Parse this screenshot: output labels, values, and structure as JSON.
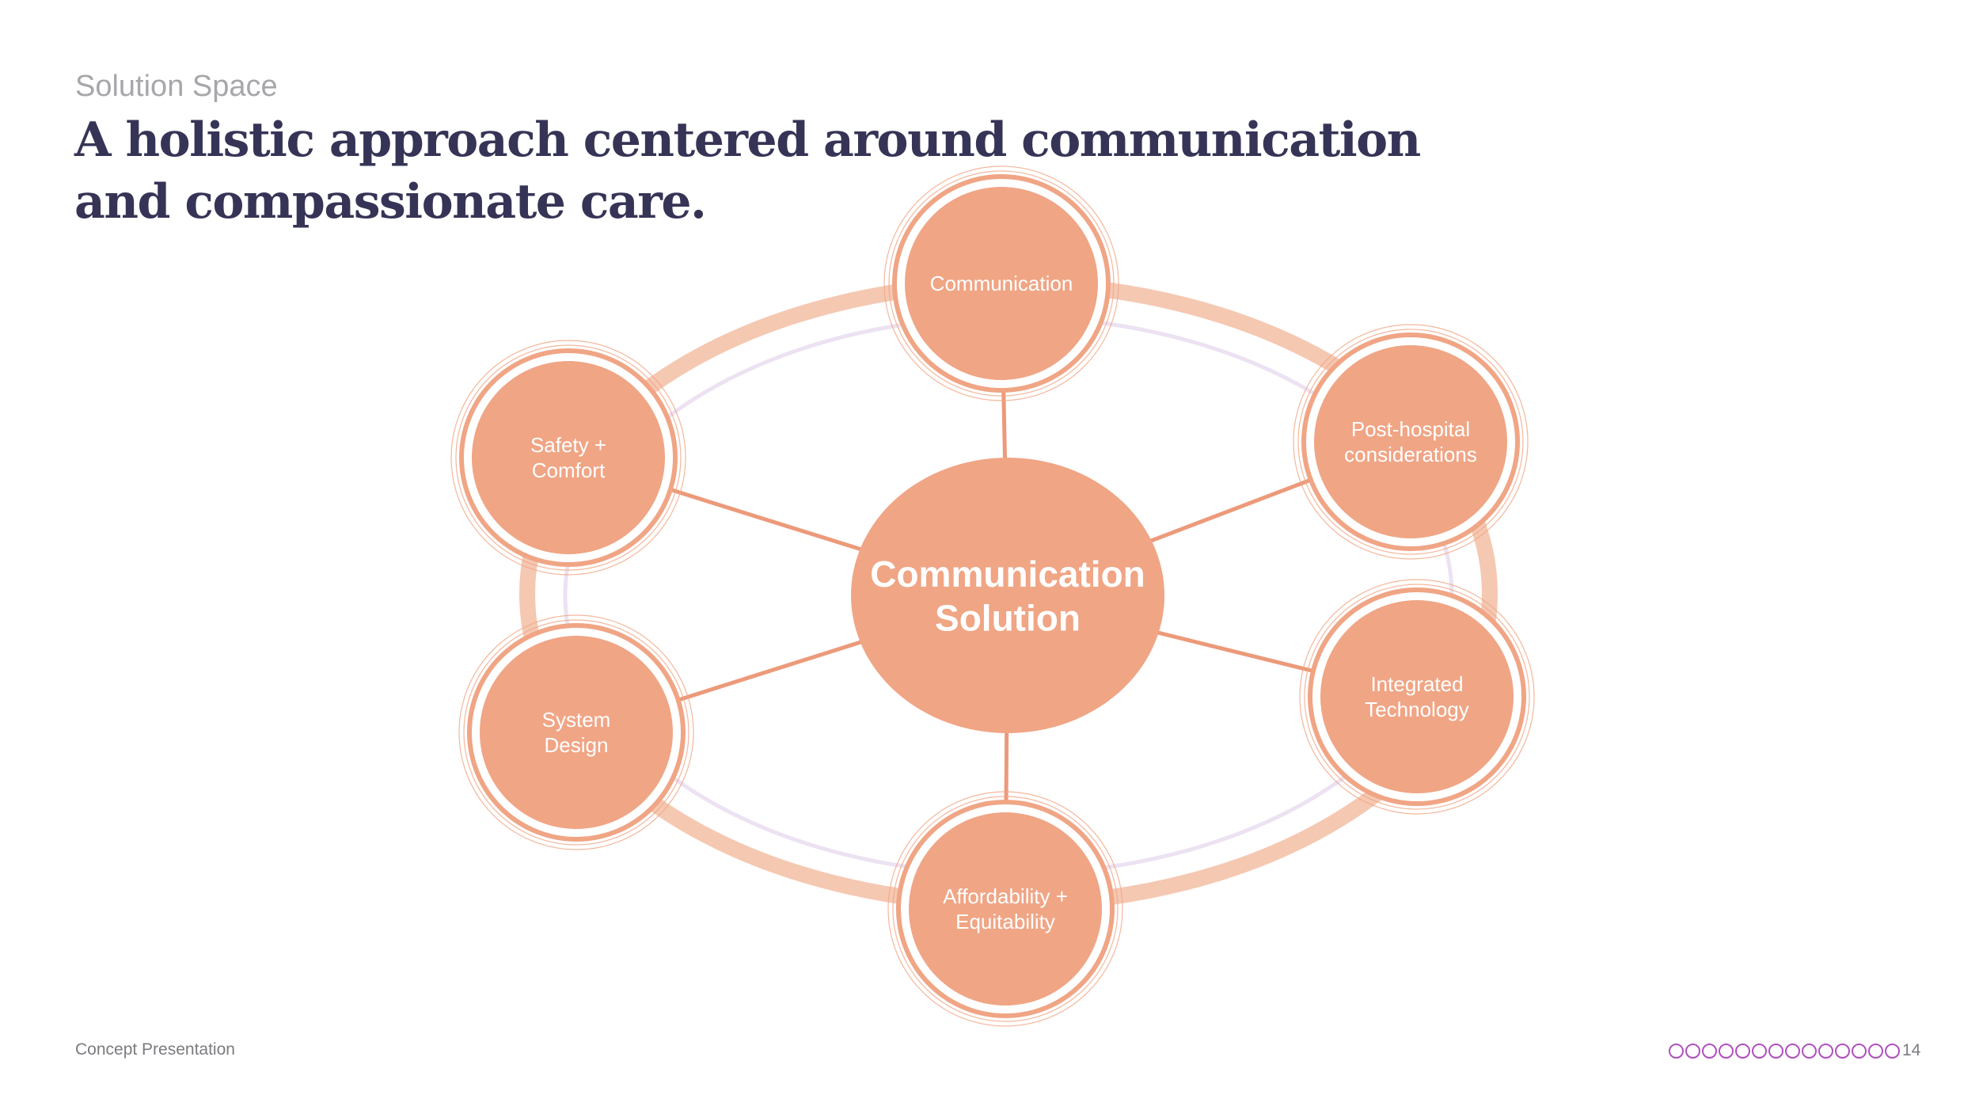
{
  "slide": {
    "section_label": "Solution Space",
    "title": "A holistic approach centered around communication and compassionate care."
  },
  "diagram": {
    "center": {
      "label_lines": [
        "Communication",
        "Solution"
      ]
    },
    "nodes": [
      {
        "id": "communication",
        "label_lines": [
          "Communication"
        ]
      },
      {
        "id": "post-hospital",
        "label_lines": [
          "Post-hospital",
          "considerations"
        ]
      },
      {
        "id": "integrated-technology",
        "label_lines": [
          "Integrated",
          "Technology"
        ]
      },
      {
        "id": "affordability",
        "label_lines": [
          "Affordability +",
          "Equitability"
        ]
      },
      {
        "id": "system-design",
        "label_lines": [
          "System",
          "Design"
        ]
      },
      {
        "id": "safety-comfort",
        "label_lines": [
          "Safety +",
          "Comfort"
        ]
      }
    ],
    "colors": {
      "node_fill": "#f0a585",
      "ring_band": "#f5c8b2",
      "inner_ring": "#ece2f2",
      "connector": "#ec9a7a",
      "text": "#ffffff"
    }
  },
  "footer": {
    "left_text": "Concept Presentation",
    "page_number": "14",
    "progress_dot_count": 14,
    "progress_color": "#b04fbf"
  }
}
